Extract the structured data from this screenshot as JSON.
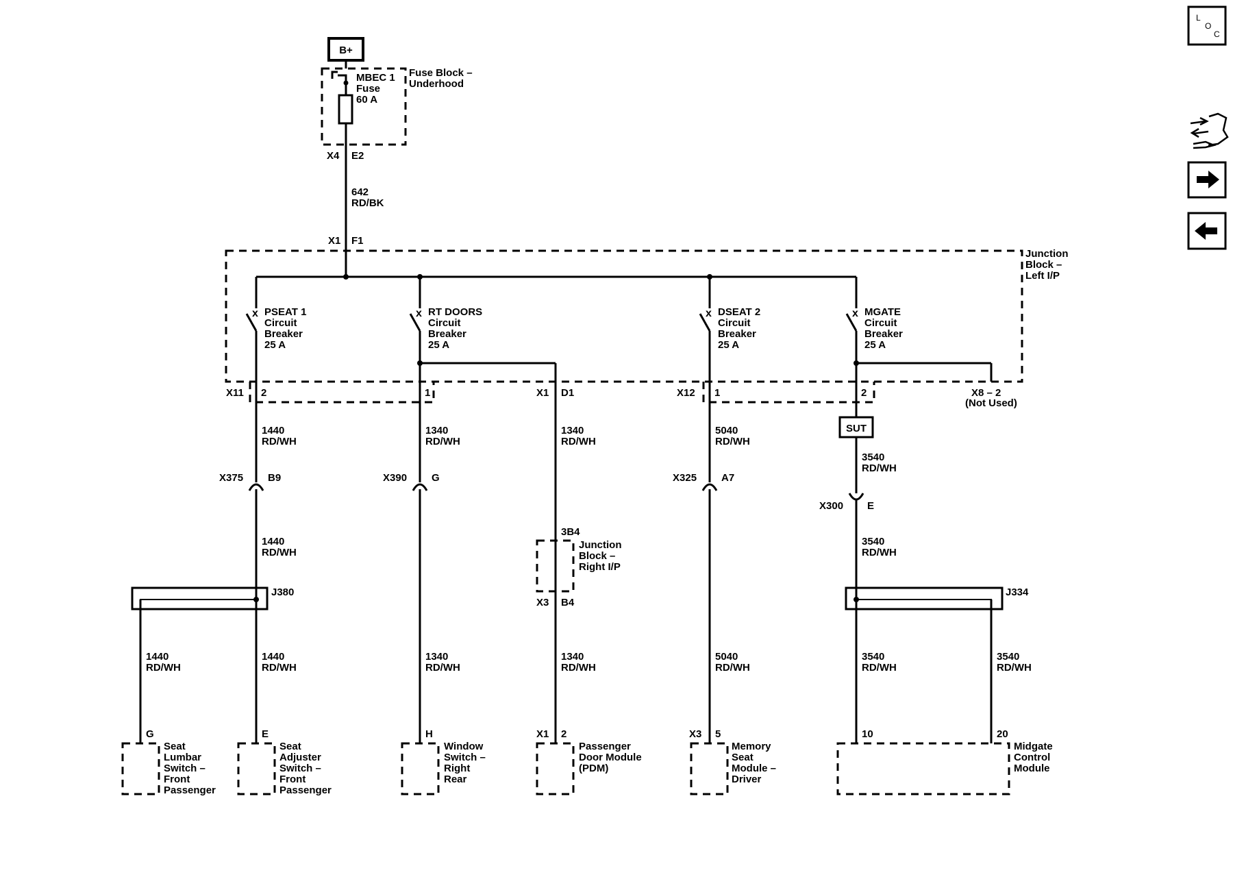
{
  "power": {
    "label": "B+"
  },
  "fuse_block": {
    "name_line1": "Fuse Block –",
    "name_line2": "Underhood",
    "fuse_line1": "MBEC 1",
    "fuse_line2": "Fuse",
    "fuse_line3": "60 A",
    "conn": "X4",
    "pin": "E2"
  },
  "feed_wire": {
    "circuit": "642",
    "color": "RD/BK"
  },
  "junction_left": {
    "line1": "Junction",
    "line2": "Block –",
    "line3": "Left I/P",
    "conn": "X1",
    "pin": "F1"
  },
  "breakers": [
    {
      "name": "PSEAT 1",
      "l2": "Circuit",
      "l3": "Breaker",
      "rating": "25 A"
    },
    {
      "name": "RT DOORS",
      "l2": "Circuit",
      "l3": "Breaker",
      "rating": "25 A"
    },
    {
      "name": "DSEAT 2",
      "l2": "Circuit",
      "l3": "Breaker",
      "rating": "25 A"
    },
    {
      "name": "MGATE",
      "l2": "Circuit",
      "l3": "Breaker",
      "rating": "25 A"
    }
  ],
  "jb_connectors": {
    "x11": "X11",
    "x11_pin": "2",
    "x11_pin2": "1",
    "x1": "X1",
    "x1_pin": "D1",
    "x12": "X12",
    "x12_pin": "1",
    "x12_pin2": "2",
    "x8": "X8 – 2",
    "x8_note": "(Not Used)"
  },
  "sut": {
    "label": "SUT"
  },
  "wires": {
    "c1440": "1440",
    "c1340": "1340",
    "c5040": "5040",
    "c3540": "3540",
    "rdwh": "RD/WH"
  },
  "inline": {
    "x375": "X375",
    "x375_pin": "B9",
    "x390": "X390",
    "x390_pin": "G",
    "x325": "X325",
    "x325_pin": "A7",
    "x300": "X300",
    "x300_pin": "E"
  },
  "junction_right": {
    "pin_top": "3B4",
    "line1": "Junction",
    "line2": "Block –",
    "line3": "Right I/P",
    "conn": "X3",
    "pin": "B4"
  },
  "splices": {
    "j380": "J380",
    "j334": "J334"
  },
  "modules": [
    {
      "pin": "G",
      "l1": "Seat",
      "l2": "Lumbar",
      "l3": "Switch –",
      "l4": "Front",
      "l5": "Passenger"
    },
    {
      "pin": "E",
      "l1": "Seat",
      "l2": "Adjuster",
      "l3": "Switch –",
      "l4": "Front",
      "l5": "Passenger"
    },
    {
      "pin": "H",
      "l1": "Window",
      "l2": "Switch –",
      "l3": "Right",
      "l4": "Rear"
    },
    {
      "conn": "X1",
      "pin": "2",
      "l1": "Passenger",
      "l2": "Door Module",
      "l3": "(PDM)"
    },
    {
      "conn": "X3",
      "pin": "5",
      "l1": "Memory",
      "l2": "Seat",
      "l3": "Module –",
      "l4": "Driver"
    },
    {
      "pin": "10",
      "pin2": "20",
      "l1": "Midgate",
      "l2": "Control",
      "l3": "Module"
    }
  ],
  "nav": {
    "loc_l": "L",
    "loc_o": "O",
    "loc_c": "C",
    "forward_icon": "arrow-right-icon",
    "back_icon": "arrow-left-icon",
    "component_icon": "connector-icon"
  }
}
